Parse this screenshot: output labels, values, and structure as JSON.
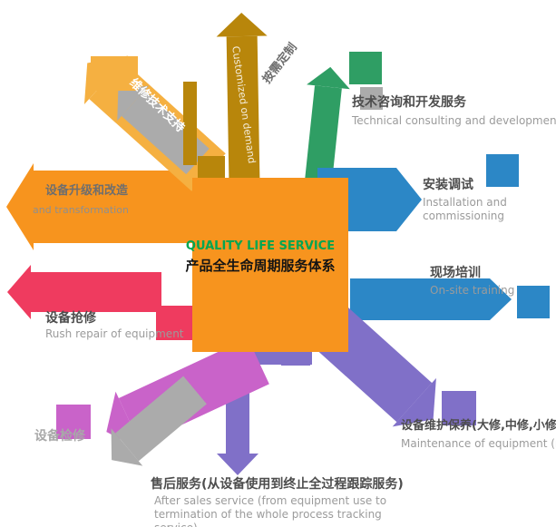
{
  "center": {
    "title_en": "QUALITY LIFE SERVICE",
    "title_zh": "产品全生命周期服务体系"
  },
  "spokes": {
    "demand": {
      "zh": "按需定制",
      "en": "Customized on demand"
    },
    "tech_consult": {
      "zh": "技术咨询和开发服务",
      "en": "Technical consulting and development"
    },
    "install": {
      "zh": "安装调试",
      "en": "Installation and commissioning"
    },
    "training": {
      "zh": "现场培训",
      "en": "On-site training"
    },
    "maintenance": {
      "zh": "设备维护保养(大修,中修,小修,项修等)",
      "en": "Maintenance of equipment (major, medium, minor and item repair)"
    },
    "after_sales": {
      "zh": "售后服务(从设备使用到终止全过程跟踪服务)",
      "en": "After sales service (from equipment use to termination of the whole process tracking service)"
    },
    "overhaul": {
      "zh": "设备检修"
    },
    "rush_repair": {
      "zh": "设备抢修",
      "en": "Rush repair of equipment"
    },
    "upgrade": {
      "zh": "设备升级和改造",
      "en": "and transformation"
    },
    "tech_support": {
      "zh": "维修技术支持"
    }
  },
  "palette": {
    "gold": "#B8860B",
    "yellow": "#F5B041",
    "orange": "#F7941E",
    "green": "#2F9E64",
    "blue": "#2C87C6",
    "red": "#EF3B5F",
    "magenta": "#C963C9",
    "purple": "#8070C8",
    "gray": "#ABABAB",
    "title_green": "#00A651"
  }
}
